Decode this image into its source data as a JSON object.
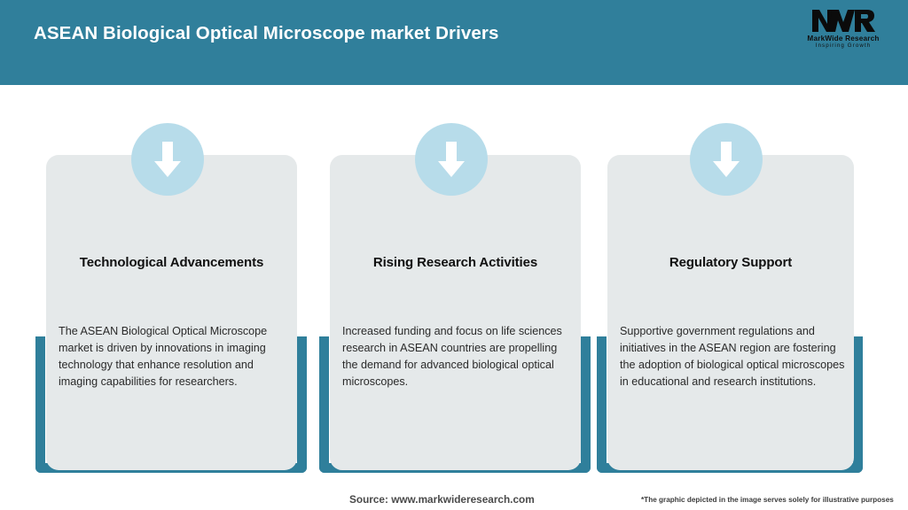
{
  "header": {
    "title": "ASEAN Biological Optical Microscope market Drivers",
    "background_color": "#307f9b",
    "logo": {
      "mark": "MWR",
      "name": "MarkWide Research",
      "tagline": "Inspiring Growth"
    }
  },
  "theme": {
    "teal": "#2f7f9b",
    "light_blue": "#b7dcea",
    "card_gray": "#e5e9ea",
    "page_background": "#ffffff"
  },
  "cards": [
    {
      "icon": "down-arrow-icon",
      "title": "Technological Advancements",
      "body": "The ASEAN Biological Optical Microscope market is driven by innovations in imaging technology that enhance resolution and imaging capabilities for researchers."
    },
    {
      "icon": "down-arrow-icon",
      "title": "Rising Research Activities",
      "body": "Increased funding and focus on life sciences research in ASEAN countries are propelling the demand for advanced biological optical microscopes."
    },
    {
      "icon": "down-arrow-icon",
      "title": "Regulatory Support",
      "body": "Supportive government regulations and initiatives in the ASEAN region are fostering the adoption of biological optical microscopes in educational and research institutions."
    }
  ],
  "footer": {
    "source": "Source: www.markwideresearch.com",
    "disclaimer": "*The graphic depicted in the image serves solely for illustrative purposes"
  }
}
